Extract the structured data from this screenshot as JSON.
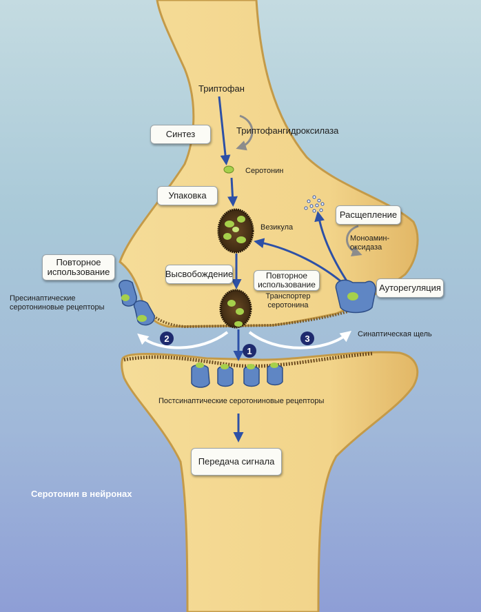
{
  "title": "Серотонин в нейронах",
  "labels": {
    "tryptophan": "Триптофан",
    "tph": "Триптофангидроксилаза",
    "serotonin": "Серотонин",
    "vesicle": "Везикула",
    "mao": "Моноамин-оксидаза",
    "transporter": "Транспортер серотонина",
    "presynaptic_receptors": "Пресинаптические серотониновые рецепторы",
    "synaptic_cleft": "Синаптическая щель",
    "postsynaptic_receptors": "Постсинаптические серотониновые рецепторы"
  },
  "boxes": {
    "synthesis": "Синтез",
    "packaging": "Упаковка",
    "degradation": "Расщепление",
    "reuse_left": "Повторное использование",
    "release": "Высвобождение",
    "reuse_center": "Повторное использование",
    "autoregulation": "Ауторегуляция",
    "signal": "Передача сигнала"
  },
  "markers": [
    "1",
    "2",
    "3"
  ],
  "colors": {
    "neuron_fill": "#f2d68f",
    "neuron_edge": "#c49a48",
    "arrow_blue": "#2d50a6",
    "receptor_blue": "#5f86c4",
    "serotonin_green": "#a6d04b",
    "marker_navy": "#1e2a6e"
  }
}
